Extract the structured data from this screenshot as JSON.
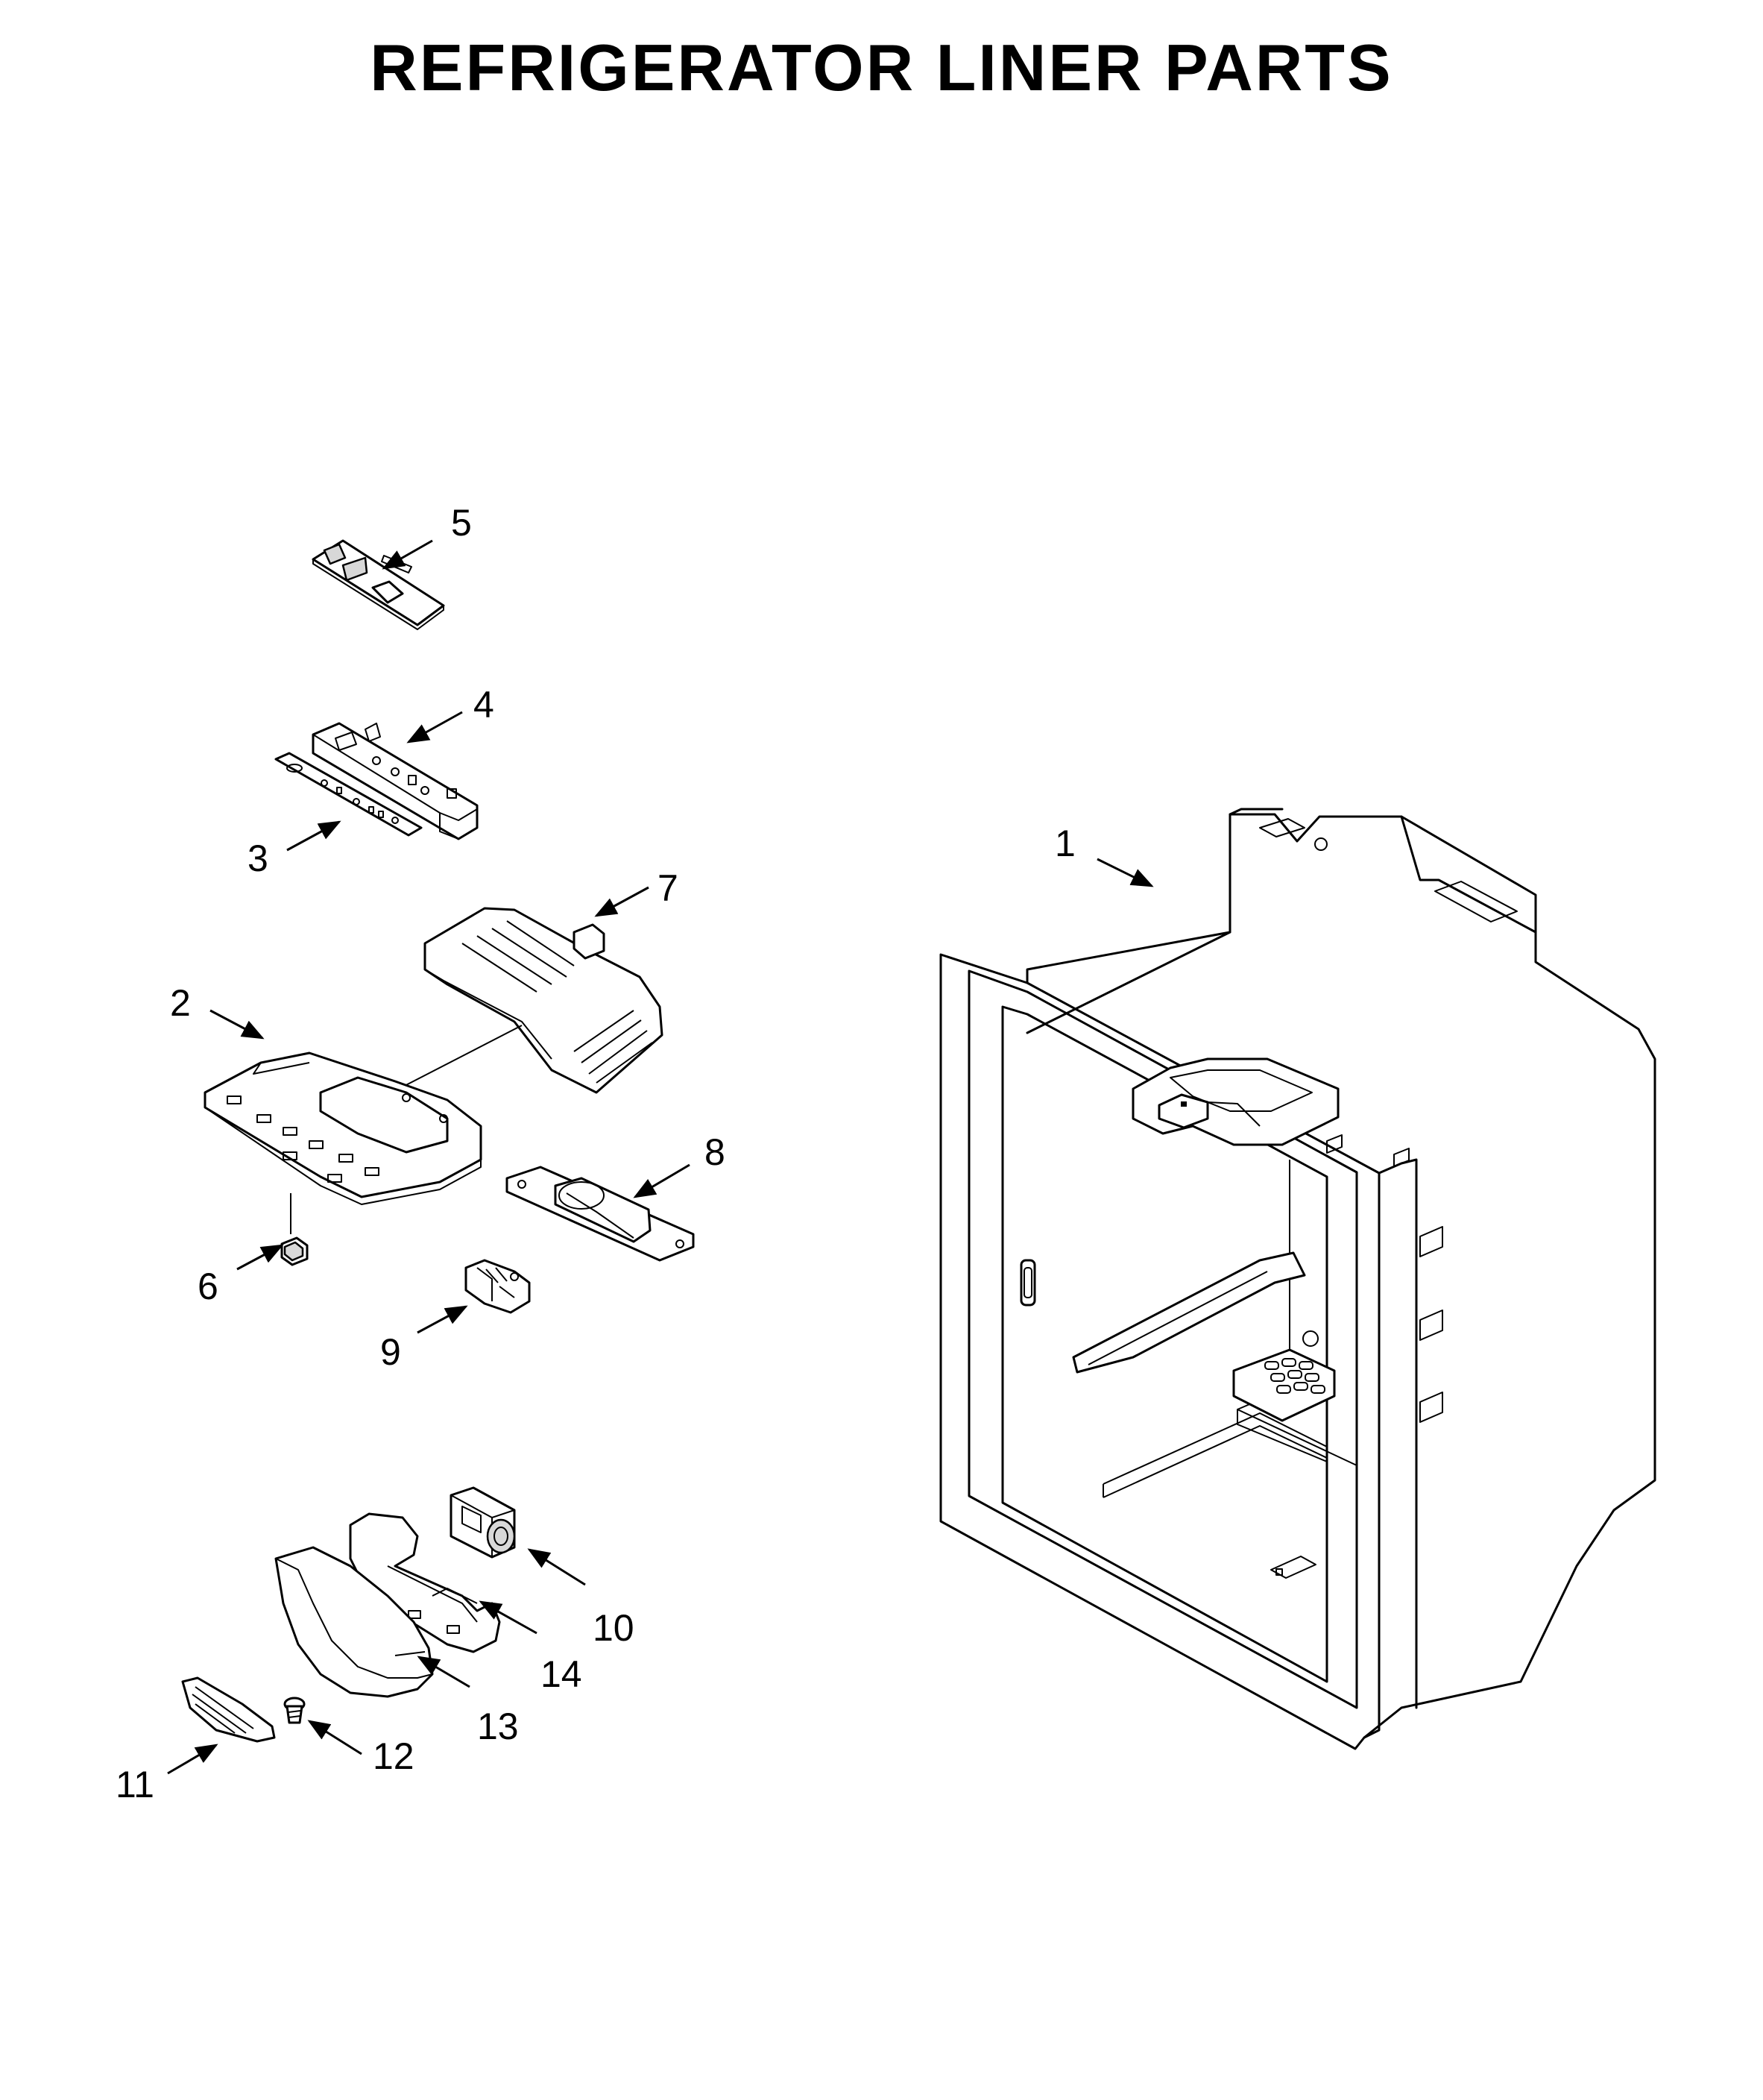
{
  "title": "REFRIGERATOR LINER PARTS",
  "callouts": [
    {
      "id": "1",
      "label": "1"
    },
    {
      "id": "2",
      "label": "2"
    },
    {
      "id": "3",
      "label": "3"
    },
    {
      "id": "4",
      "label": "4"
    },
    {
      "id": "5",
      "label": "5"
    },
    {
      "id": "6",
      "label": "6"
    },
    {
      "id": "7",
      "label": "7"
    },
    {
      "id": "8",
      "label": "8"
    },
    {
      "id": "9",
      "label": "9"
    },
    {
      "id": "10",
      "label": "10"
    },
    {
      "id": "11",
      "label": "11"
    },
    {
      "id": "12",
      "label": "12"
    },
    {
      "id": "13",
      "label": "13"
    },
    {
      "id": "14",
      "label": "14"
    }
  ]
}
